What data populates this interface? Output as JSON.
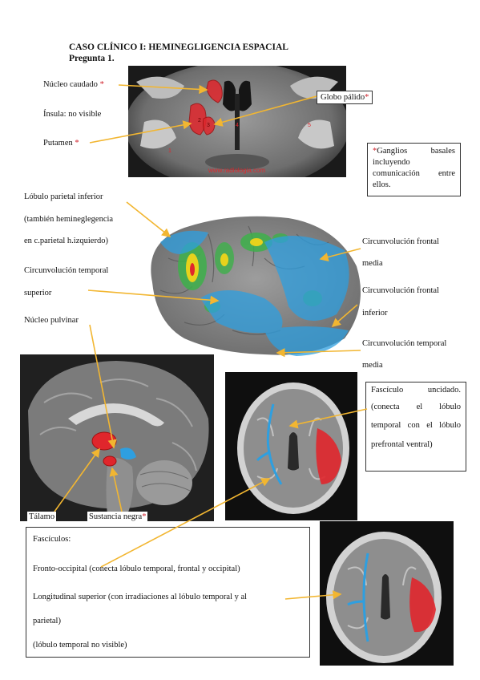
{
  "title": "CASO CLÍNICO I: HEMINEGLIGENCIA ESPACIAL",
  "subtitle": "Pregunta 1.",
  "asterisk": "*",
  "coronal": {
    "nucleo_caudado": "Núcleo caudado",
    "insula": "Ínsula: no visible",
    "putamen": "Putamen",
    "globo_palido": "Globo pálido",
    "watermark": "www.radiologia.com",
    "numbers": [
      "1",
      "2",
      "3",
      "4",
      "5"
    ]
  },
  "ganglios_note": {
    "line1": "Ganglios basales",
    "line2": "incluyendo",
    "line3": "comunicación entre",
    "line4": "ellos."
  },
  "lateral": {
    "lobulo_parietal_1": "Lóbulo parietal inferior",
    "lobulo_parietal_2": "(también hemineglegencia",
    "lobulo_parietal_3": "en c.parietal h.izquierdo)",
    "temporal_sup_1": "Circunvolución temporal",
    "temporal_sup_2": "superior",
    "frontal_media_1": "Circunvolución frontal",
    "frontal_media_2": "media",
    "frontal_inf_1": "Circunvolución frontal",
    "frontal_inf_2": "inferior",
    "temporal_media_1": "Circunvolución temporal",
    "temporal_media_2": "media"
  },
  "sagittal": {
    "pulvinar": "Núcleo pulvinar",
    "talamo": "Tálamo",
    "sustancia_negra": "Sustancia negra"
  },
  "uncinado_note": {
    "line1": "Fascículo uncidado.",
    "line2": "(conecta el lóbulo",
    "line3": "temporal con el lóbulo",
    "line4": "prefrontal ventral)"
  },
  "fasciculos": {
    "heading": "Fascículos:",
    "fronto": "Fronto-occipital (conecta lóbulo temporal, frontal y occipital)",
    "longitudinal_1": "Longitudinal superior (con irradiaciones al lóbulo temporal y al",
    "longitudinal_2": "parietal)",
    "nota": "(lóbulo temporal no visible)"
  },
  "colors": {
    "arrow": "#f2b631",
    "highlight": "#e0262c",
    "tract": "#2e9fe0",
    "star": "#d0202a"
  }
}
